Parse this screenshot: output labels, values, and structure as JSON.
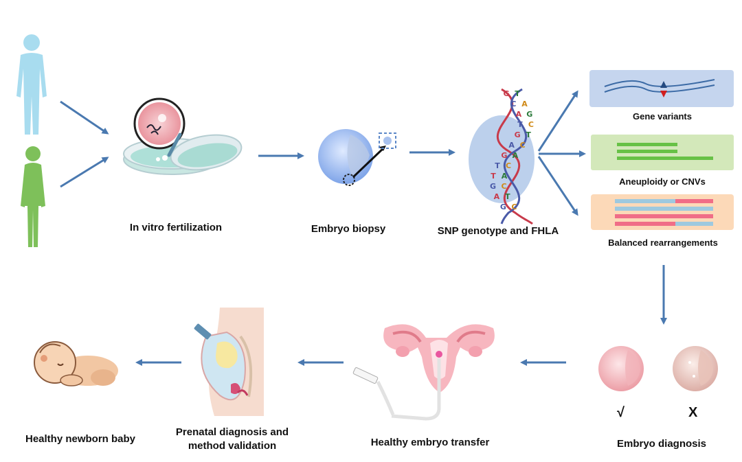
{
  "steps": {
    "ivf": "In vitro fertilization",
    "biopsy": "Embryo biopsy",
    "snp": "SNP genotype and FHLA",
    "gene_variants": "Gene variants",
    "aneuploidy": "Aneuploidy or CNVs",
    "balanced": "Balanced rearrangements",
    "diagnosis": "Embryo diagnosis",
    "transfer": "Healthy embryo transfer",
    "prenatal_line1": "Prenatal diagnosis and",
    "prenatal_line2": "method validation",
    "newborn": "Healthy newborn baby"
  },
  "marks": {
    "pass": "√",
    "fail": "X"
  },
  "dna_letters": [
    "G",
    "T",
    "C",
    "A",
    "A",
    "G",
    "T",
    "C",
    "G",
    "T",
    "A",
    "C",
    "G",
    "A",
    "T",
    "C",
    "T",
    "A",
    "G",
    "C",
    "A",
    "T",
    "G",
    "C"
  ],
  "colors": {
    "arrow": "#4a79b0",
    "male": "#a8dcef",
    "female": "#7ec05a",
    "panel_blue": "#c5d5ee",
    "panel_green": "#d3e8ba",
    "panel_orange": "#fcd9b8",
    "embryo_good": "#f6c3c8",
    "embryo_bad": "#efd3cc"
  },
  "icons": [
    "male-figure-icon",
    "female-figure-icon",
    "petri-dish-icon",
    "embryo-icon",
    "dna-helix-icon",
    "uterus-icon",
    "pregnancy-icon",
    "baby-icon"
  ]
}
